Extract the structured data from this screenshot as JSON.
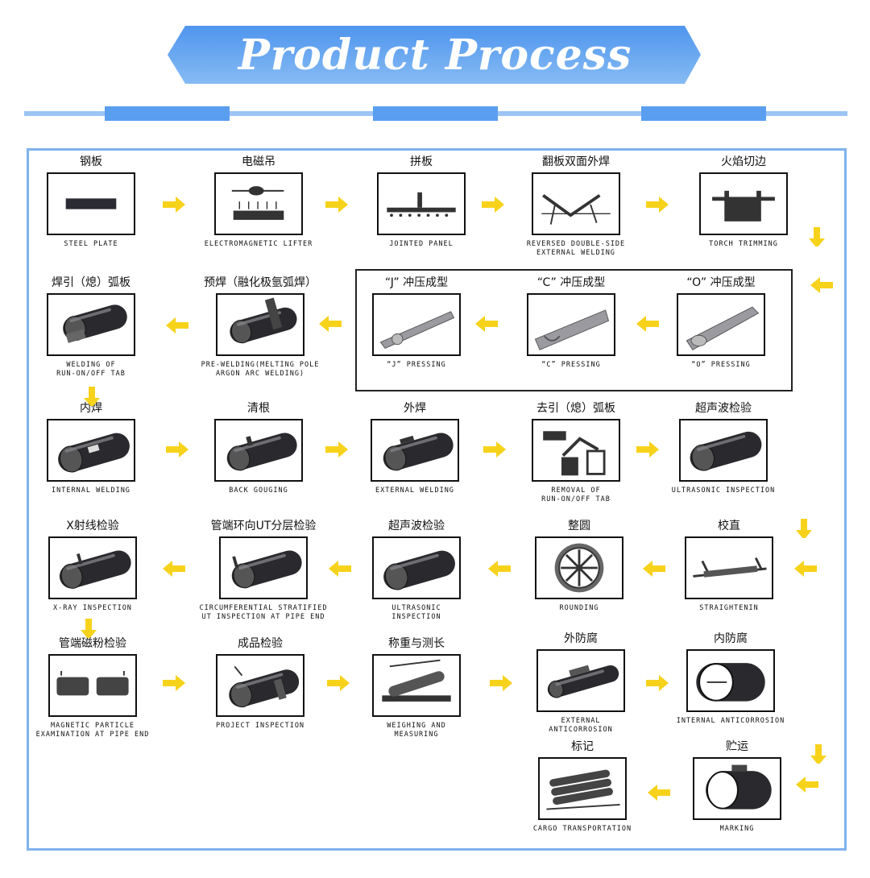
{
  "header": {
    "title": "Product Process"
  },
  "steps": [
    {
      "cn": "钢板",
      "en": "STEEL PLATE"
    },
    {
      "cn": "电磁吊",
      "en": "ELECTROMAGNETIC LIFTER"
    },
    {
      "cn": "拼板",
      "en": "JOINTED PANEL"
    },
    {
      "cn": "翻板双面外焊",
      "en": "REVERSED DOUBLE-SIDE\nEXTERNAL WELDING"
    },
    {
      "cn": "火焰切边",
      "en": "TORCH TRIMMING"
    },
    {
      "cn": "“J” 冲压成型",
      "en": "“J” PRESSING"
    },
    {
      "cn": "“C” 冲压成型",
      "en": "“C” PRESSING"
    },
    {
      "cn": "“O” 冲压成型",
      "en": "“O” PRESSING"
    },
    {
      "cn": "焊引（熄）弧板",
      "en": "WELDING OF\nRUN-ON/OFF TAB"
    },
    {
      "cn": "预焊（融化极氩弧焊）",
      "en": "PRE-WELDING(MELTING POLE\nARGON ARC WELDING)"
    },
    {
      "cn": "内焊",
      "en": "INTERNAL WELDING"
    },
    {
      "cn": "清根",
      "en": "BACK GOUGING"
    },
    {
      "cn": "外焊",
      "en": "EXTERNAL WELDING"
    },
    {
      "cn": "去引（熄）弧板",
      "en": "REMOVAL OF\nRUN-ON/OFF TAB"
    },
    {
      "cn": "超声波检验",
      "en": "ULTRASONIC INSPECTION"
    },
    {
      "cn": "X射线检验",
      "en": "X-RAY INSPECTION"
    },
    {
      "cn": "管端环向UT分层检验",
      "en": "CIRCUMFERENTIAL STRATIFIED\nUT INSPECTION AT PIPE END"
    },
    {
      "cn": "超声波检验",
      "en": "ULTRASONIC\nINSPECTION"
    },
    {
      "cn": "整圆",
      "en": "ROUNDING"
    },
    {
      "cn": "校直",
      "en": "STRAIGHTENIN"
    },
    {
      "cn": "管端磁粉检验",
      "en": "MAGNETIC PARTICLE\nEXAMINATION AT PIPE END"
    },
    {
      "cn": "成品检验",
      "en": "PROJECT INSPECTION"
    },
    {
      "cn": "称重与测长",
      "en": "WEIGHING AND\nMEASURING"
    },
    {
      "cn": "外防腐",
      "en": "EXTERNAL\nANTICORROSION"
    },
    {
      "cn": "内防腐",
      "en": "INTERNAL ANTICORROSION"
    },
    {
      "cn": "标记",
      "en": "CARGO TRANSPORTATION"
    },
    {
      "cn": "贮运",
      "en": "MARKING"
    }
  ],
  "colors": {
    "banner": "#6aa6ee",
    "arrow": "#f7d21a",
    "frame": "#7fb2ee"
  }
}
